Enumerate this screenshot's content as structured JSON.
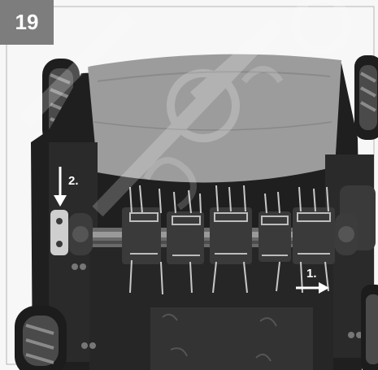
{
  "step_badge": {
    "label": "19"
  },
  "callouts": [
    {
      "label": "2."
    },
    {
      "label": "1."
    }
  ],
  "colors": {
    "badge_bg": "#7d7d7d",
    "photo_dark": "#1c1c1c",
    "deck_grey": "#9a9a9a",
    "arrow": "#ffffff",
    "watermark": "#d9d9d9"
  },
  "icons": [
    "down-arrow-icon",
    "right-arrow-icon"
  ]
}
